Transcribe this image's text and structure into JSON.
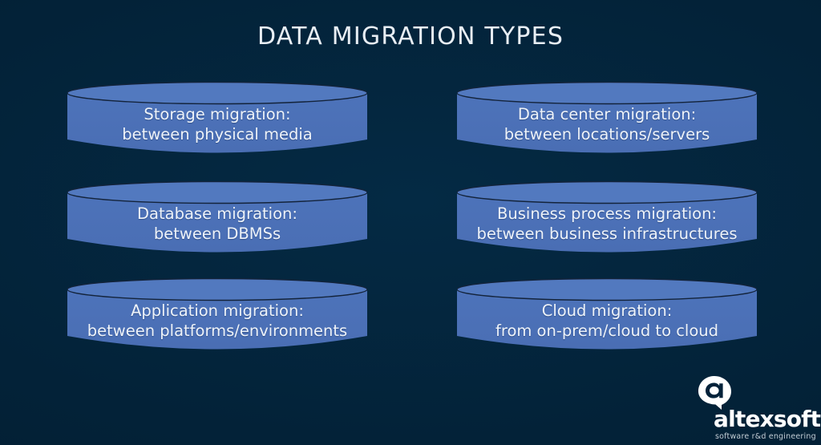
{
  "poster": {
    "title": "DATA MIGRATION TYPES",
    "background_color": "#03223a",
    "accent_color": "#4a70b8",
    "title_color": "#e8eef4"
  },
  "cylinders": [
    {
      "id": "storage-migration",
      "column": "left",
      "row": 1,
      "label": "Storage migration:\nbetween physical media",
      "heading": "Storage migration:",
      "detail": "between physical media"
    },
    {
      "id": "database-migration",
      "column": "left",
      "row": 2,
      "label": "Database migration:\nbetween DBMSs",
      "heading": "Database migration:",
      "detail": "between DBMSs"
    },
    {
      "id": "application-migration",
      "column": "left",
      "row": 3,
      "label": "Application migration:\nbetween platforms/environments",
      "heading": "Application migration:",
      "detail": "between platforms/environments"
    },
    {
      "id": "data-center-migration",
      "column": "right",
      "row": 1,
      "label": "Data center migration:\nbetween locations/servers",
      "heading": "Data center migration:",
      "detail": "between locations/servers"
    },
    {
      "id": "business-process-migration",
      "column": "right",
      "row": 2,
      "label": "Business process migration:\nbetween business infrastructures",
      "heading": "Business process migration:",
      "detail": "between business infrastructures"
    },
    {
      "id": "cloud-migration",
      "column": "right",
      "row": 3,
      "label": "Cloud migration:\nfrom on-prem/cloud to cloud",
      "heading": "Cloud migration:",
      "detail": "from on-prem/cloud to cloud"
    }
  ],
  "logo": {
    "icon": "altexsoft-speech-bubble-a-icon",
    "wordmark": "altexsoft",
    "tagline": "software r&d engineering"
  }
}
